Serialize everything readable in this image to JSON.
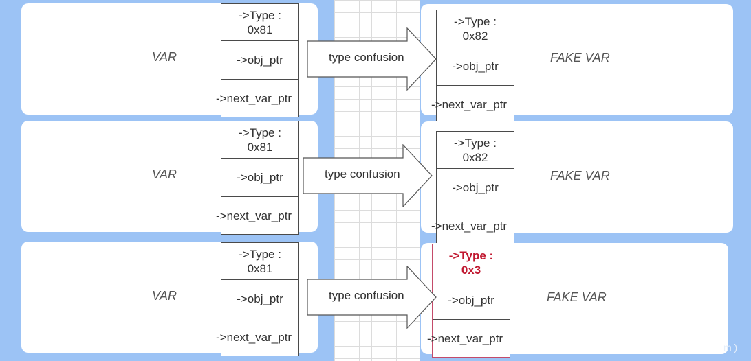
{
  "left_panels": [
    {
      "label": "VAR",
      "type_lines": [
        "->Type :",
        "0x81"
      ],
      "obj_ptr": "->obj_ptr",
      "next_var_ptr": "->next_var_ptr"
    },
    {
      "label": "VAR",
      "type_lines": [
        "->Type :",
        "0x81"
      ],
      "obj_ptr": "->obj_ptr",
      "next_var_ptr": "->next_var_ptr"
    },
    {
      "label": "VAR",
      "type_lines": [
        "->Type :",
        "0x81"
      ],
      "obj_ptr": "->obj_ptr",
      "next_var_ptr": "->next_var_ptr"
    }
  ],
  "arrows": [
    {
      "label": "type confusion"
    },
    {
      "label": "type confusion"
    },
    {
      "label": "type confusion"
    }
  ],
  "right_panels": [
    {
      "label": "FAKE VAR",
      "type_lines": [
        "->Type :",
        "0x82"
      ],
      "obj_ptr": "->obj_ptr",
      "next_var_ptr": "->next_var_ptr",
      "highlighted": false
    },
    {
      "label": "FAKE VAR",
      "type_lines": [
        "->Type :",
        "0x82"
      ],
      "obj_ptr": "->obj_ptr",
      "next_var_ptr": "->next_var_ptr",
      "highlighted": false
    },
    {
      "label": "FAKE VAR",
      "type_lines": [
        "->Type :",
        "0x3"
      ],
      "obj_ptr": "->obj_ptr",
      "next_var_ptr": "->next_var_ptr",
      "highlighted": true
    }
  ],
  "colors": {
    "background": "#9cc3f5",
    "highlight_text": "#c0172f",
    "highlight_border": "#c44b6a"
  },
  "watermark": "m )"
}
